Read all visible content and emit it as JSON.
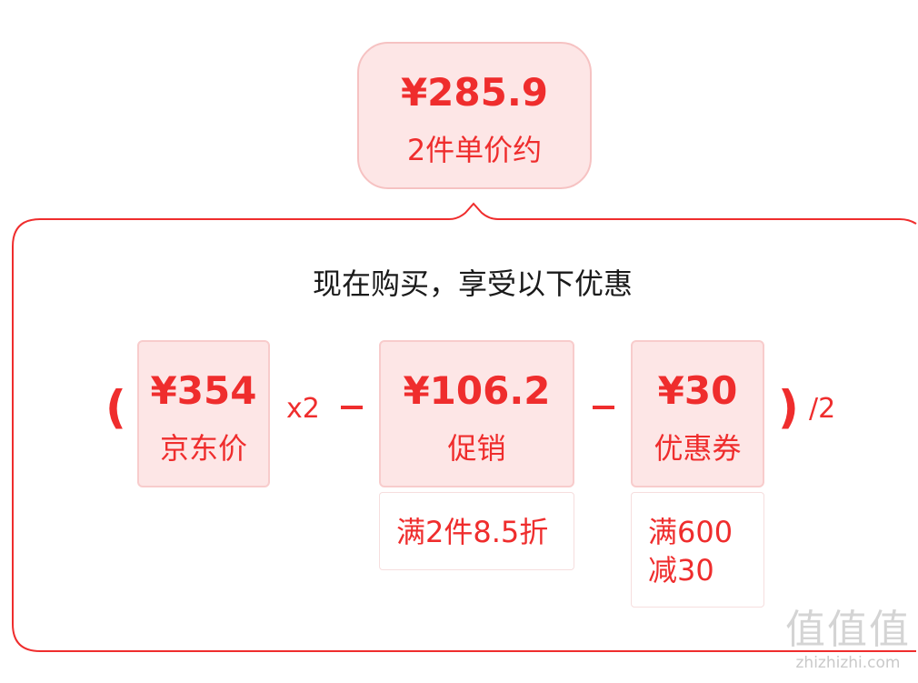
{
  "unit_price": {
    "value": "¥285.9",
    "label": "2件单价约"
  },
  "headline": "现在购买，享受以下优惠",
  "formula": {
    "open_paren": "(",
    "close_paren": ")",
    "multiplier": "x2",
    "divisor": "/2"
  },
  "cards": [
    {
      "price": "¥354",
      "label": "京东价"
    },
    {
      "price": "¥106.2",
      "label": "促销",
      "detail": "满2件8.5折"
    },
    {
      "price": "¥30",
      "label": "优惠券",
      "detail": "满600\n减30"
    }
  ],
  "watermark": {
    "glyphs": "值值值",
    "url": "zhizhizhi.com"
  },
  "colors": {
    "accent": "#ef2d2d",
    "card_bg": "#fde6e6",
    "frame_border": "#ef2d2d"
  }
}
